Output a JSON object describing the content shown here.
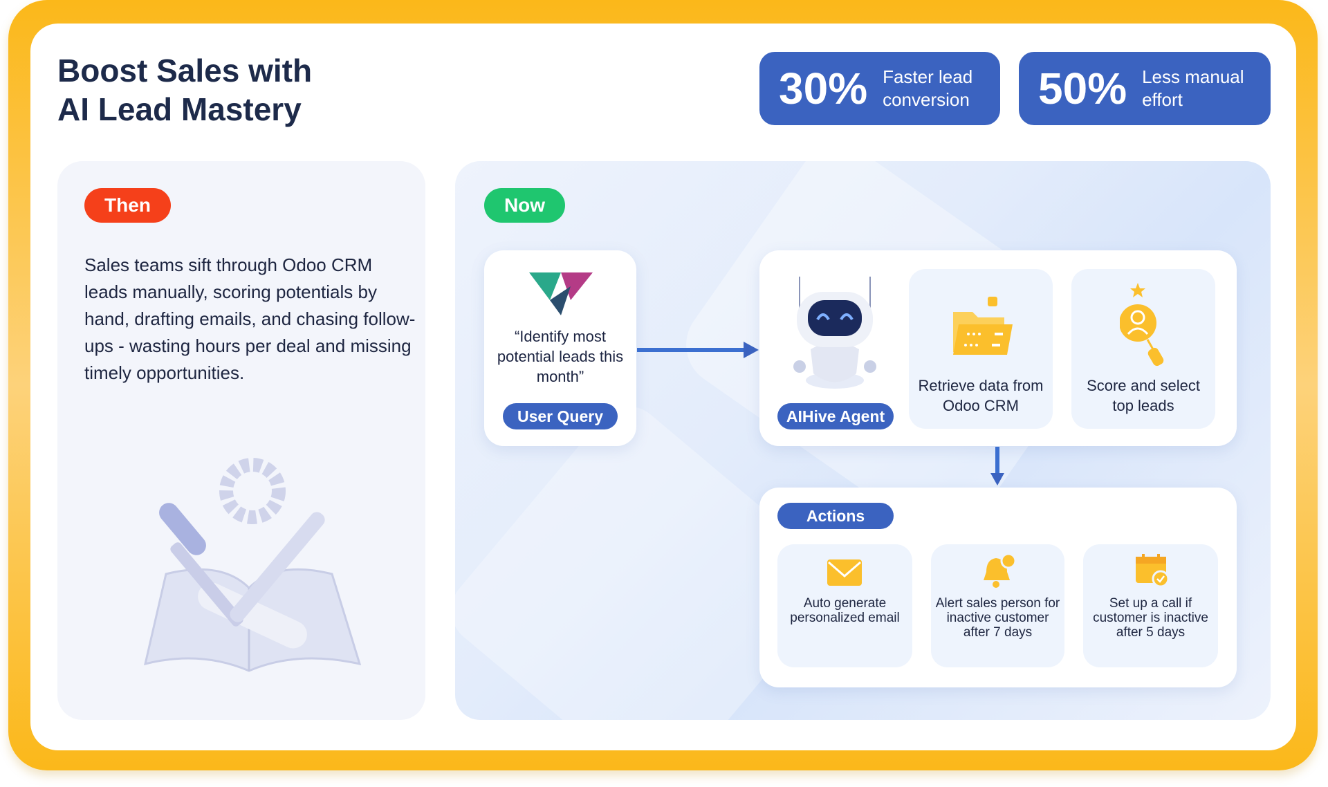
{
  "header": {
    "title_line1": "Boost Sales with",
    "title_line2": "AI Lead Mastery"
  },
  "stats": [
    {
      "value": "30%",
      "label_line1": "Faster lead",
      "label_line2": "conversion"
    },
    {
      "value": "50%",
      "label_line1": "Less manual",
      "label_line2": "effort"
    }
  ],
  "then": {
    "badge": "Then",
    "text": "Sales teams sift through Odoo CRM leads manually, scoring potentials by hand, drafting emails, and chasing follow-ups - wasting hours per deal and missing timely opportunities."
  },
  "now": {
    "badge": "Now",
    "query": {
      "text": "“Identify most potential leads this month”",
      "label": "User Query"
    },
    "agent": {
      "label": "AIHive Agent"
    },
    "steps": [
      {
        "text": "Retrieve data from Odoo CRM",
        "icon": "folder-icon"
      },
      {
        "text": "Score and select top leads",
        "icon": "user-search-icon"
      }
    ],
    "actions": {
      "label": "Actions",
      "items": [
        {
          "text": "Auto generate personalized email",
          "icon": "mail-icon"
        },
        {
          "text": "Alert sales person for inactive customer after 7 days",
          "icon": "bell-icon"
        },
        {
          "text": "Set up a call if customer is inactive after 5 days",
          "icon": "calendar-check-icon"
        }
      ]
    }
  },
  "colors": {
    "accent": "#3b63c0",
    "then": "#f5401a",
    "now": "#1fc66f",
    "frame": "#fbb81a",
    "icon": "#fbbf2c"
  }
}
